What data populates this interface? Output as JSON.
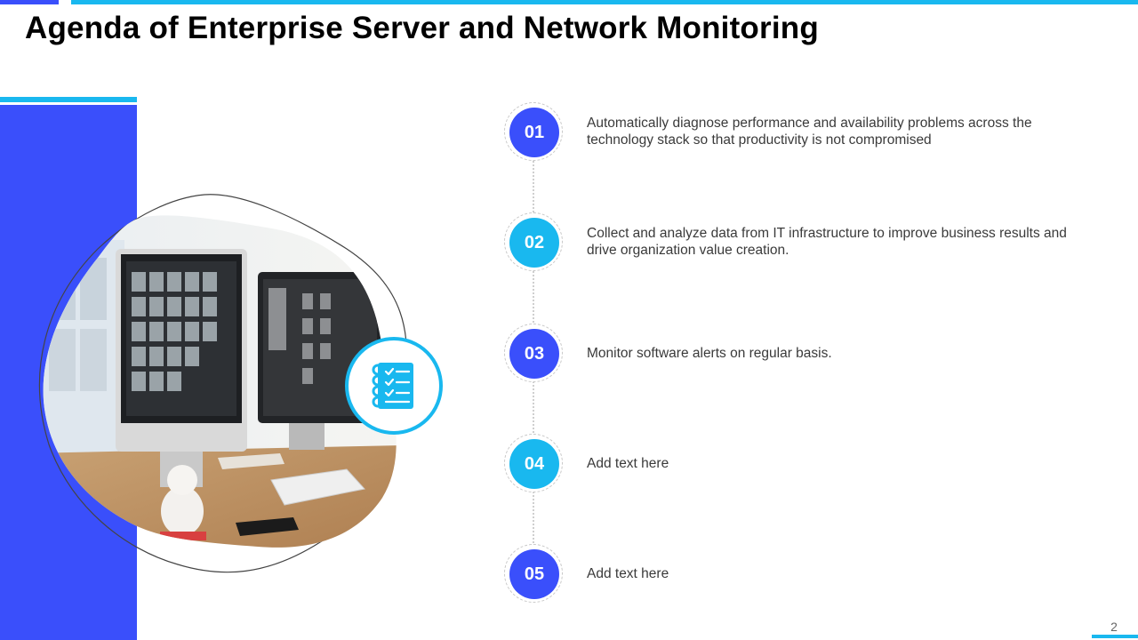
{
  "title": "Agenda of Enterprise Server and Network Monitoring",
  "steps": [
    {
      "number": "01",
      "text": "Automatically diagnose performance and availability problems across the technology stack so that productivity is not compromised"
    },
    {
      "number": "02",
      "text": "Collect and analyze data from IT infrastructure  to improve business results and drive organization value creation."
    },
    {
      "number": "03",
      "text": "Monitor software alerts on regular basis."
    },
    {
      "number": "04",
      "text": "Add text here"
    },
    {
      "number": "05",
      "text": "Add text here"
    }
  ],
  "page_number": "2",
  "icons": {
    "agenda": "checklist-notebook-icon"
  },
  "colors": {
    "primary_blue": "#3a4ffb",
    "accent_cyan": "#19b8ef"
  }
}
